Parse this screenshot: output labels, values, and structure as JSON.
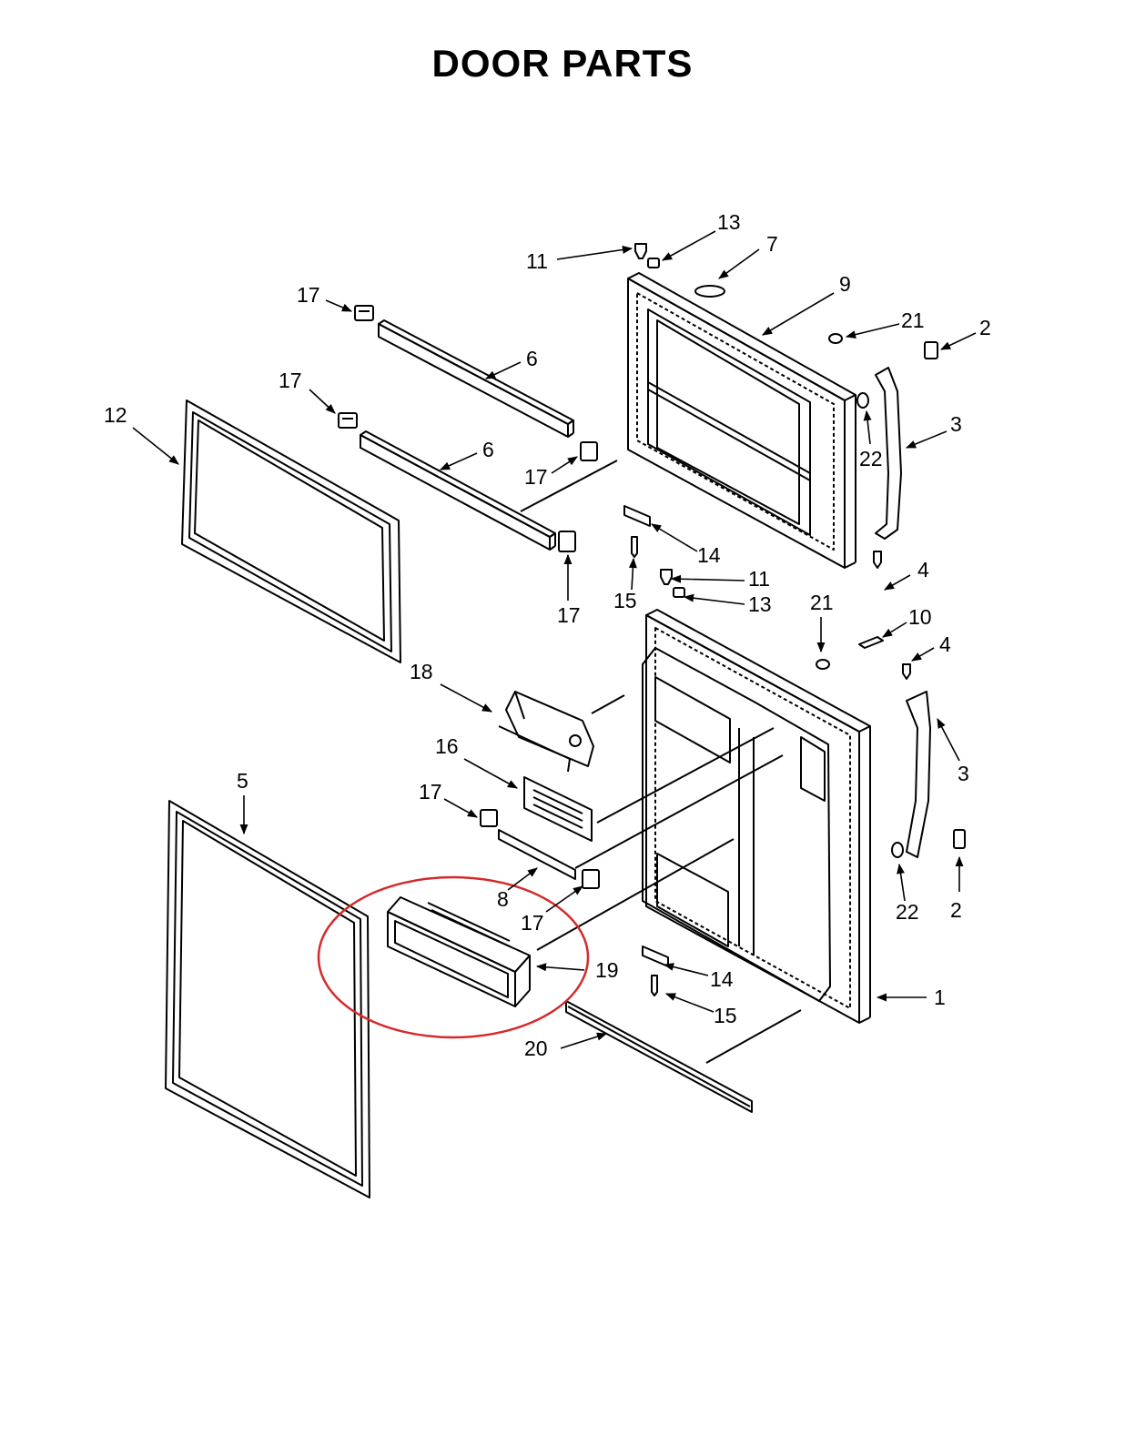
{
  "title": "DOOR PARTS",
  "highlight_color": "#d42a2a",
  "callouts": [
    {
      "id": "c11a",
      "label": "11"
    },
    {
      "id": "c13a",
      "label": "13"
    },
    {
      "id": "c7",
      "label": "7"
    },
    {
      "id": "c9",
      "label": "9"
    },
    {
      "id": "c21a",
      "label": "21"
    },
    {
      "id": "c2a",
      "label": "2"
    },
    {
      "id": "c17a",
      "label": "17"
    },
    {
      "id": "c6a",
      "label": "6"
    },
    {
      "id": "c17b",
      "label": "17"
    },
    {
      "id": "c6b",
      "label": "6"
    },
    {
      "id": "c12",
      "label": "12"
    },
    {
      "id": "c17c",
      "label": "17"
    },
    {
      "id": "c22a",
      "label": "22"
    },
    {
      "id": "c3a",
      "label": "3"
    },
    {
      "id": "c14a",
      "label": "14"
    },
    {
      "id": "c15a",
      "label": "15"
    },
    {
      "id": "c17d",
      "label": "17"
    },
    {
      "id": "c11b",
      "label": "11"
    },
    {
      "id": "c13b",
      "label": "13"
    },
    {
      "id": "c4a",
      "label": "4"
    },
    {
      "id": "c21b",
      "label": "21"
    },
    {
      "id": "c10",
      "label": "10"
    },
    {
      "id": "c4b",
      "label": "4"
    },
    {
      "id": "c18",
      "label": "18"
    },
    {
      "id": "c16",
      "label": "16"
    },
    {
      "id": "c3b",
      "label": "3"
    },
    {
      "id": "c5",
      "label": "5"
    },
    {
      "id": "c17e",
      "label": "17"
    },
    {
      "id": "c8",
      "label": "8"
    },
    {
      "id": "c17f",
      "label": "17"
    },
    {
      "id": "c22b",
      "label": "22"
    },
    {
      "id": "c2b",
      "label": "2"
    },
    {
      "id": "c19",
      "label": "19"
    },
    {
      "id": "c14b",
      "label": "14"
    },
    {
      "id": "c15b",
      "label": "15"
    },
    {
      "id": "c1",
      "label": "1"
    },
    {
      "id": "c20",
      "label": "20"
    }
  ]
}
